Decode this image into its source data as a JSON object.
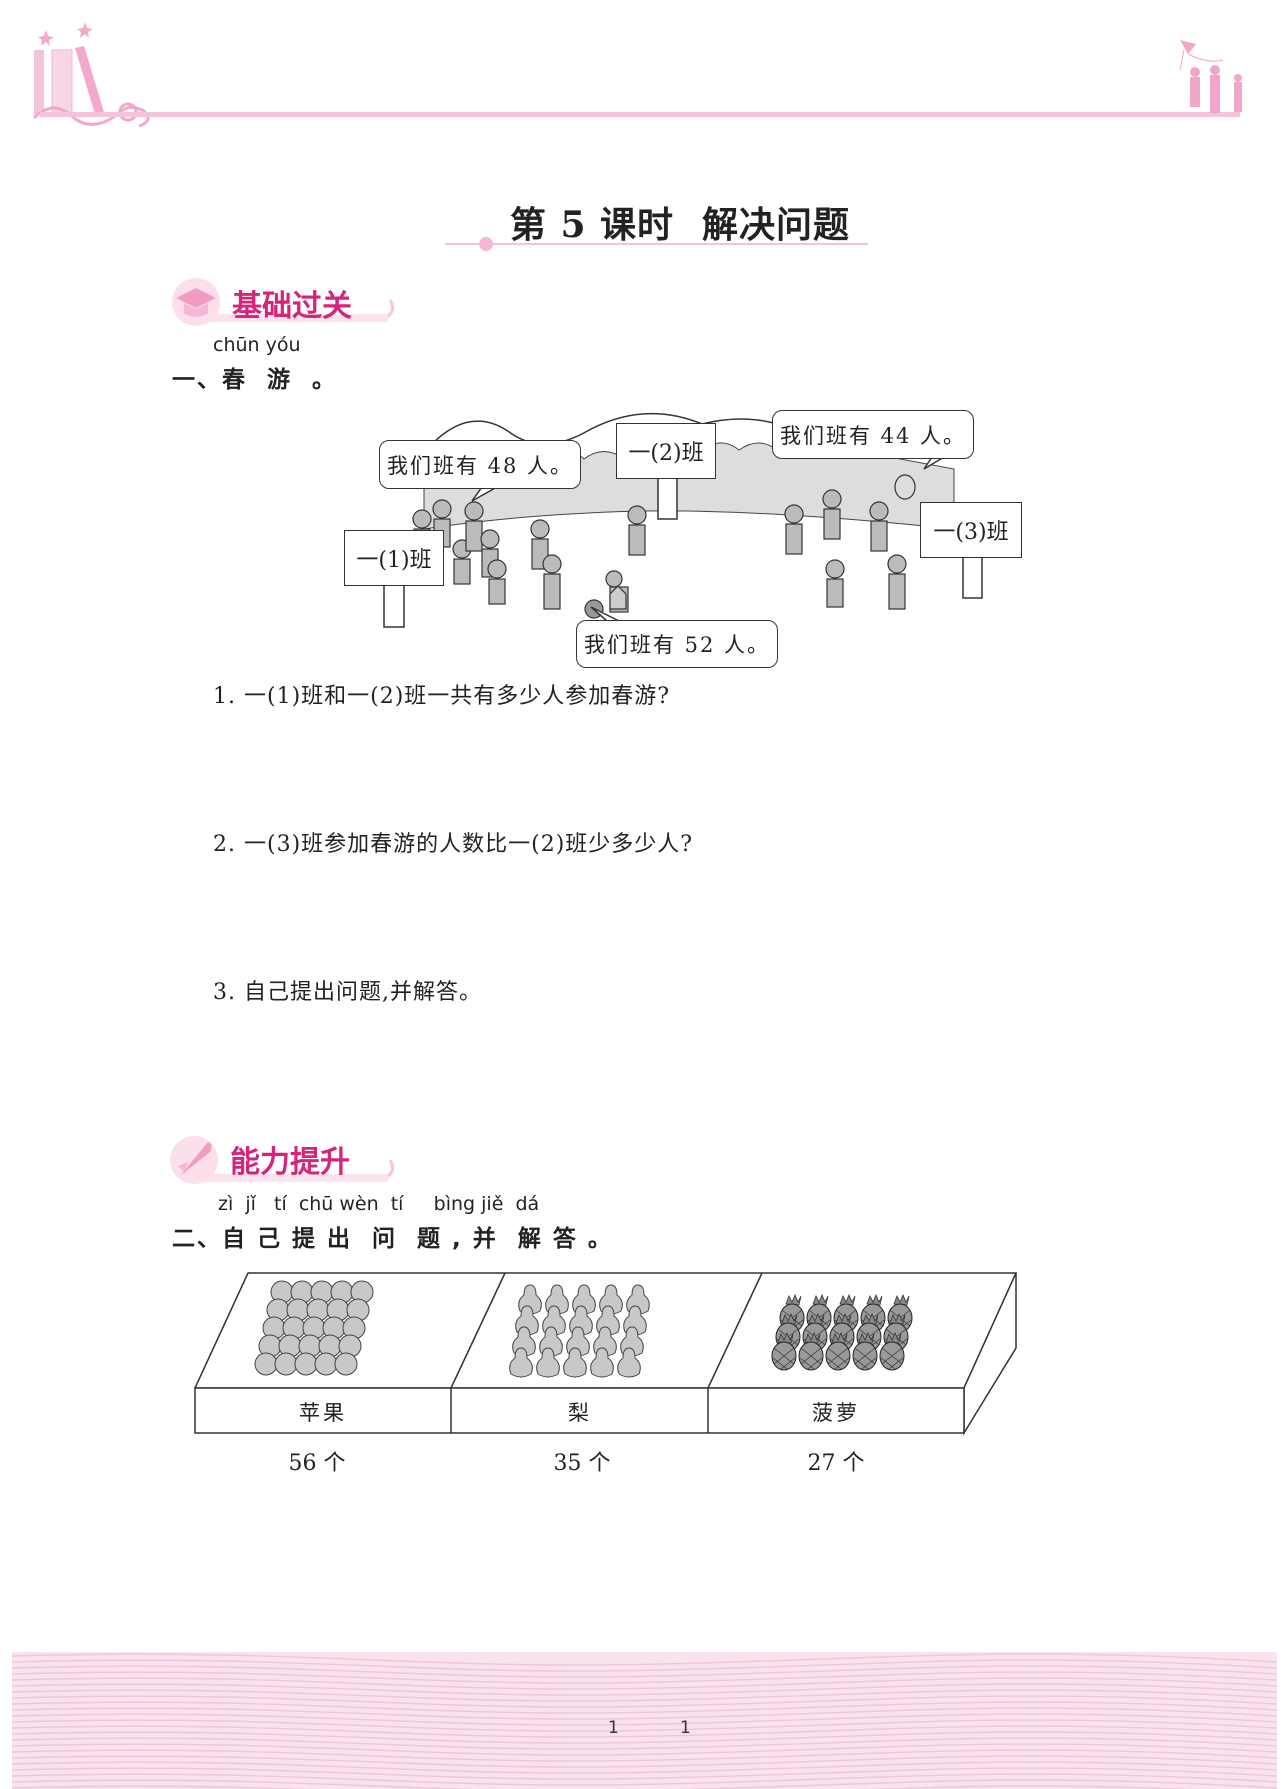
{
  "header": {
    "lesson": "第 5 课时",
    "topic": "解决问题"
  },
  "section1": {
    "badge": "基础过关",
    "pinyin": "chūn yóu",
    "heading": "一、春  游  。",
    "scene": {
      "signs": [
        "一(1)班",
        "一(2)班",
        "一(3)班"
      ],
      "bubbles": [
        "我们班有 48 人。",
        "我们班有 44 人。",
        "我们班有 52 人。"
      ]
    },
    "questions": [
      "1. 一(1)班和一(2)班一共有多少人参加春游?",
      "2. 一(3)班参加春游的人数比一(2)班少多少人?",
      "3. 自己提出问题,并解答。"
    ]
  },
  "section2": {
    "badge": "能力提升",
    "pinyin": "zì  jǐ   tí  chū wèn  tí     bìng jiě  dá",
    "heading": "二、自 己 提 出  问  题 , 并  解 答 。",
    "fruits": [
      {
        "name": "苹果",
        "count": "56 个",
        "icon": "apple"
      },
      {
        "name": "梨",
        "count": "35 个",
        "icon": "pear"
      },
      {
        "name": "菠萝",
        "count": "27 个",
        "icon": "pineapple"
      }
    ]
  },
  "footer": {
    "page_left": "1",
    "page_right": "1"
  },
  "colors": {
    "accent": "#d6247a",
    "pink_light": "#f3c3da",
    "footer_bg": "#f8e3ee"
  }
}
